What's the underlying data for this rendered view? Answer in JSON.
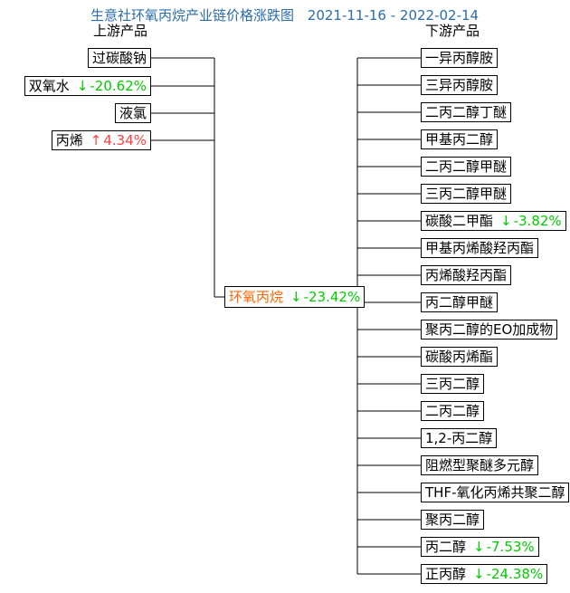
{
  "title": {
    "text": "生意社环氧丙烷产业链价格涨跌图",
    "date_range": "2021-11-16 - 2022-02-14"
  },
  "labels": {
    "upstream": "上游产品",
    "downstream": "下游产品"
  },
  "center": {
    "name": "环氧丙烷",
    "arrow": "↓",
    "change": "-23.42%",
    "direction": "down"
  },
  "upstream_items": [
    {
      "name": "过碳酸钠"
    },
    {
      "name": "双氧水",
      "arrow": "↓",
      "change": "-20.62%",
      "direction": "down"
    },
    {
      "name": "液氯"
    },
    {
      "name": "丙烯",
      "arrow": "↑",
      "change": "4.34%",
      "direction": "up"
    }
  ],
  "downstream_items": [
    {
      "name": "一异丙醇胺"
    },
    {
      "name": "三异丙醇胺"
    },
    {
      "name": "二丙二醇丁醚"
    },
    {
      "name": "甲基丙二醇"
    },
    {
      "name": "二丙二醇甲醚"
    },
    {
      "name": "三丙二醇甲醚"
    },
    {
      "name": "碳酸二甲酯",
      "arrow": "↓",
      "change": "-3.82%",
      "direction": "down"
    },
    {
      "name": "甲基丙烯酸羟丙酯"
    },
    {
      "name": "丙烯酸羟丙酯"
    },
    {
      "name": "丙二醇甲醚"
    },
    {
      "name": "聚丙二醇的EO加成物"
    },
    {
      "name": "碳酸丙烯酯"
    },
    {
      "name": "三丙二醇"
    },
    {
      "name": "二丙二醇"
    },
    {
      "name": "1,2-丙二醇"
    },
    {
      "name": "阻燃型聚醚多元醇"
    },
    {
      "name": "THF-氧化丙烯共聚二醇"
    },
    {
      "name": "聚丙二醇"
    },
    {
      "name": "丙二醇",
      "arrow": "↓",
      "change": "-7.53%",
      "direction": "down"
    },
    {
      "name": "正丙醇",
      "arrow": "↓",
      "change": "-24.38%",
      "direction": "down"
    }
  ],
  "colors": {
    "title_blue": "#2B6CA9",
    "down_green": "#00CC00",
    "up_red": "#FF4040",
    "center_orange": "#FF6600",
    "line_black": "#000000"
  }
}
